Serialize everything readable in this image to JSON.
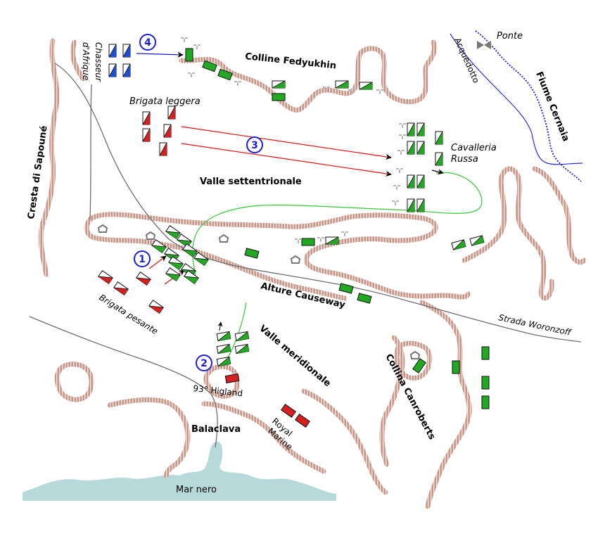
{
  "colors": {
    "ridge": "#c9968a",
    "ridge_tick": "#a9685c",
    "road": "#6e6e6e",
    "river": "#2b2bd9",
    "sea": "#b8d9d9",
    "russian": "#22a822",
    "british_heavy": "#d42020",
    "french": "#1d4ed8",
    "charge_arrow": "#e01010",
    "russian_route": "#37c737",
    "artillery": "#b5b5b5",
    "marker": "#1d1dd6"
  },
  "labels": {
    "colline_fedyukhin": "Colline Fedyukhin",
    "brigata_leggera": "Brigata leggera",
    "cavalleria": "Cavalleria",
    "russa": "Russa",
    "valle_settentrionale": "Valle settentrionale",
    "cresta_sapoune": "Cresta di Sapouné",
    "alture_causeway": "Alture Causeway",
    "brigata_pesante": "Brigata pesante",
    "strada_woronzoff": "Strada Woronzoff",
    "valle_meridionale": "Valle meridionale",
    "collina_canroberts": "Collina Canroberts",
    "higland": "93° Higland",
    "balaclava": "Balaclava",
    "royal": "Royal",
    "marine": "Marine",
    "mar_nero": "Mar nero",
    "acquedotto": "Acquedotto",
    "fiume_cernaia": "Fiume Cernaia",
    "ponte": "Ponte",
    "chasseur": "Chasseur",
    "dafrique": "d'Afrique"
  },
  "markers": [
    "1",
    "2",
    "3",
    "4"
  ],
  "icons": {
    "unit": "unit-rectangle-icon",
    "artillery": "cannon-icon",
    "redoubt": "redoubt-icon",
    "bridge": "bridge-icon"
  }
}
